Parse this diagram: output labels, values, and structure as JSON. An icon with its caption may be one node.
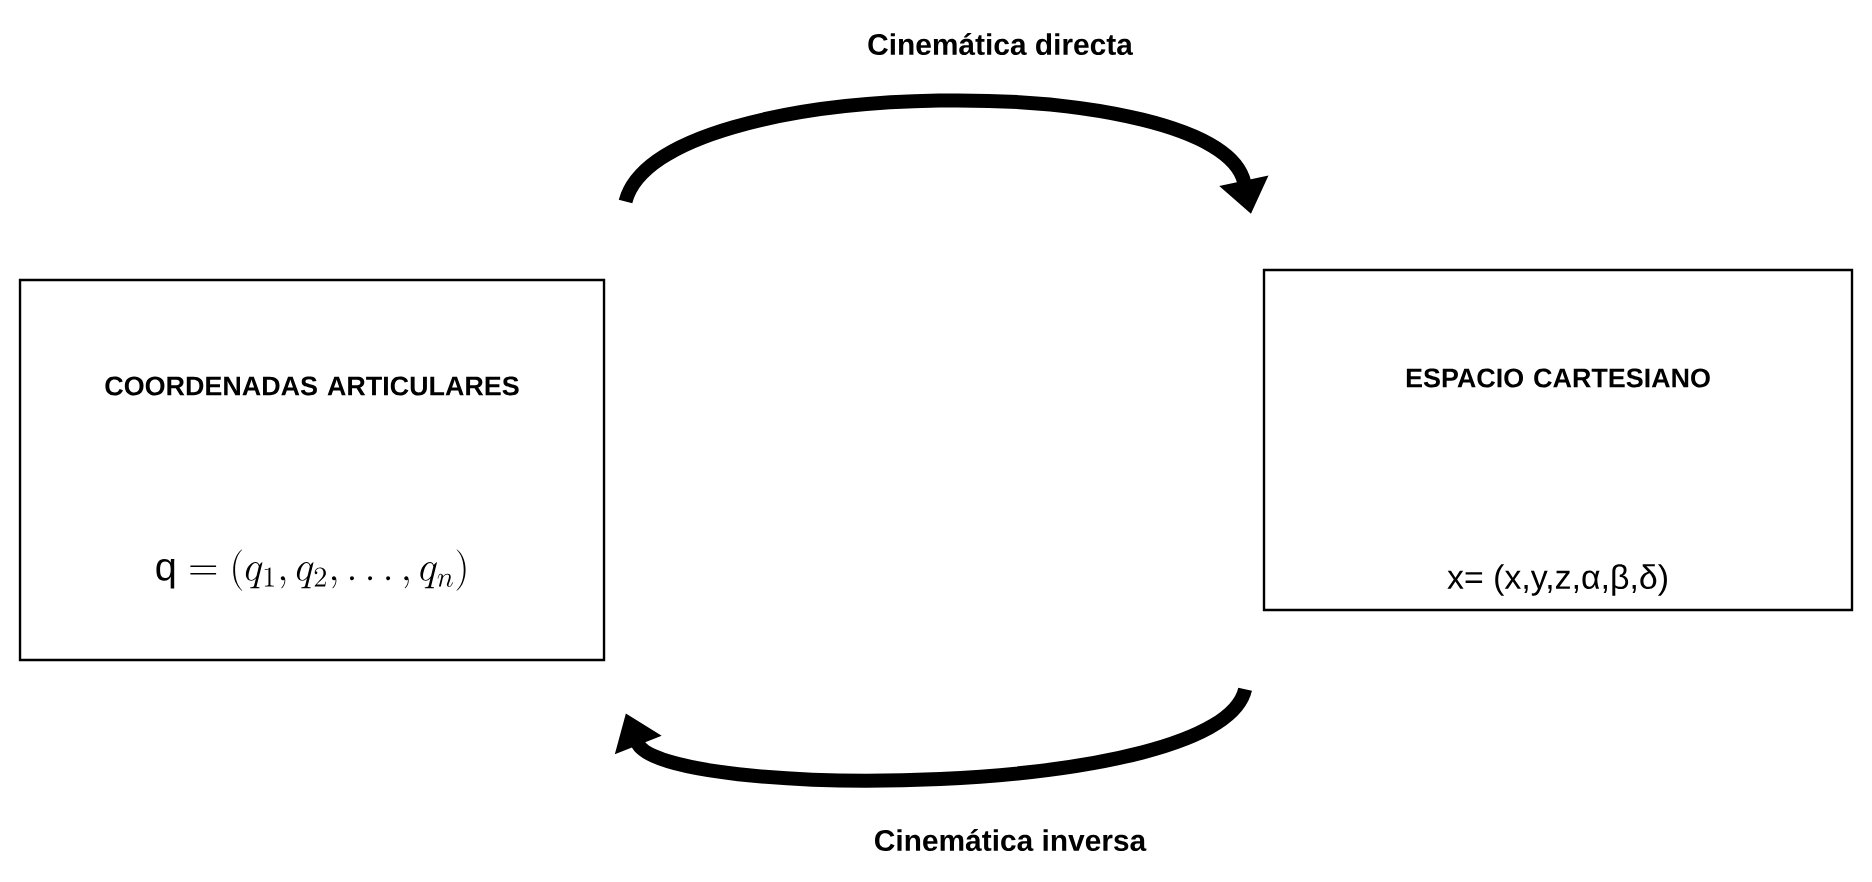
{
  "diagram": {
    "nodes": [
      {
        "text": [
          "COORDENADAS ARTICULARES",
          "\\mathrm{q} = (q_1, q_2, \\ldots, q_n)"
        ]
      },
      {
        "text": [
          "ESPACIO CARTESIANO",
          "x= (x,y,z,α,β,δ)"
        ]
      }
    ],
    "edges": [
      {
        "from": 0,
        "to": 1,
        "arrow": "to",
        "label": "Cinemática directa"
      },
      {
        "from": 1,
        "to": 0,
        "arrow": "to",
        "label": "Cinemática inversa"
      }
    ]
  }
}
